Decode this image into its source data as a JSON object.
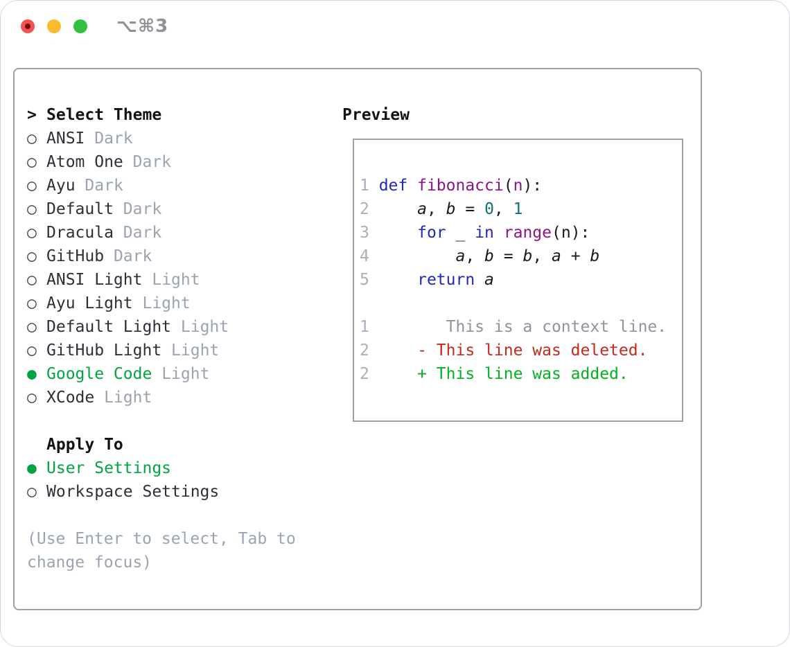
{
  "window": {
    "title": "⌥⌘3"
  },
  "icons": {
    "radio_unselected": "○",
    "radio_selected": "●",
    "prompt": ">"
  },
  "colors": {
    "panel_border": "#99a1ab",
    "text_primary": "#2c3037",
    "text_muted": "#9aa4b0",
    "accent_green": "#00a443",
    "diff_added": "#00b220",
    "diff_deleted": "#c42a1a",
    "keyword_blue": "#2128bd",
    "function_purple": "#8a1683",
    "number_teal": "#0d7474",
    "line_number": "#a8b0bb",
    "context_gray": "#8e949b",
    "code_text": "#17191d",
    "titlebar_text": "#8e9196",
    "traffic_red": "#f5504e",
    "traffic_yellow": "#fcbb2f",
    "traffic_green": "#33c03e"
  },
  "themes": {
    "header": "Select Theme",
    "items": [
      {
        "name": "ANSI",
        "variant": "Dark",
        "selected": false
      },
      {
        "name": "Atom One",
        "variant": "Dark",
        "selected": false
      },
      {
        "name": "Ayu",
        "variant": "Dark",
        "selected": false
      },
      {
        "name": "Default",
        "variant": "Dark",
        "selected": false
      },
      {
        "name": "Dracula",
        "variant": "Dark",
        "selected": false
      },
      {
        "name": "GitHub",
        "variant": "Dark",
        "selected": false
      },
      {
        "name": "ANSI Light",
        "variant": "Light",
        "selected": false
      },
      {
        "name": "Ayu Light",
        "variant": "Light",
        "selected": false
      },
      {
        "name": "Default Light",
        "variant": "Light",
        "selected": false
      },
      {
        "name": "GitHub Light",
        "variant": "Light",
        "selected": false
      },
      {
        "name": "Google Code",
        "variant": "Light",
        "selected": true
      },
      {
        "name": "XCode",
        "variant": "Light",
        "selected": false
      }
    ]
  },
  "apply_to": {
    "label": "Apply To",
    "options": [
      {
        "label": "User Settings",
        "selected": true
      },
      {
        "label": "Workspace Settings",
        "selected": false
      }
    ]
  },
  "help_text": "(Use Enter to select, Tab to change focus)",
  "preview": {
    "title": "Preview",
    "code_lines": [
      {
        "tokens": [
          {
            "t": "1 ",
            "c": "ln"
          },
          {
            "t": "def ",
            "c": "kw"
          },
          {
            "t": "fibonacci",
            "c": "fn"
          },
          {
            "t": "(",
            "c": "pl"
          },
          {
            "t": "n",
            "c": "fn"
          },
          {
            "t": "):",
            "c": "pl"
          }
        ]
      },
      {
        "tokens": [
          {
            "t": "2 ",
            "c": "ln"
          },
          {
            "t": "    ",
            "c": "pl"
          },
          {
            "t": "a",
            "c": "id"
          },
          {
            "t": ", ",
            "c": "pl"
          },
          {
            "t": "b",
            "c": "id"
          },
          {
            "t": " = ",
            "c": "pl"
          },
          {
            "t": "0",
            "c": "nm"
          },
          {
            "t": ", ",
            "c": "pl"
          },
          {
            "t": "1",
            "c": "nm"
          }
        ]
      },
      {
        "tokens": [
          {
            "t": "3 ",
            "c": "ln"
          },
          {
            "t": "    ",
            "c": "pl"
          },
          {
            "t": "for",
            "c": "kw"
          },
          {
            "t": " _ ",
            "c": "pl"
          },
          {
            "t": "in",
            "c": "kw"
          },
          {
            "t": " ",
            "c": "pl"
          },
          {
            "t": "range",
            "c": "fn"
          },
          {
            "t": "(n):",
            "c": "pl"
          }
        ]
      },
      {
        "tokens": [
          {
            "t": "4 ",
            "c": "ln"
          },
          {
            "t": "        ",
            "c": "pl"
          },
          {
            "t": "a",
            "c": "id"
          },
          {
            "t": ", ",
            "c": "pl"
          },
          {
            "t": "b",
            "c": "id"
          },
          {
            "t": " = ",
            "c": "pl"
          },
          {
            "t": "b",
            "c": "id"
          },
          {
            "t": ", ",
            "c": "pl"
          },
          {
            "t": "a",
            "c": "id"
          },
          {
            "t": " + ",
            "c": "pl"
          },
          {
            "t": "b",
            "c": "id"
          }
        ]
      },
      {
        "tokens": [
          {
            "t": "5 ",
            "c": "ln"
          },
          {
            "t": "    ",
            "c": "pl"
          },
          {
            "t": "return ",
            "c": "kw"
          },
          {
            "t": "a",
            "c": "id"
          }
        ]
      },
      {
        "tokens": []
      },
      {
        "tokens": [
          {
            "t": "1",
            "c": "ln"
          },
          {
            "t": "        ",
            "c": "pl"
          },
          {
            "t": "This is a context line.",
            "c": "ctx"
          }
        ]
      },
      {
        "tokens": [
          {
            "t": "2",
            "c": "ln"
          },
          {
            "t": "     ",
            "c": "pl"
          },
          {
            "t": "- This line was deleted.",
            "c": "del"
          }
        ]
      },
      {
        "tokens": [
          {
            "t": "2",
            "c": "ln"
          },
          {
            "t": "     ",
            "c": "pl"
          },
          {
            "t": "+ This line was added.",
            "c": "add"
          }
        ]
      }
    ]
  }
}
